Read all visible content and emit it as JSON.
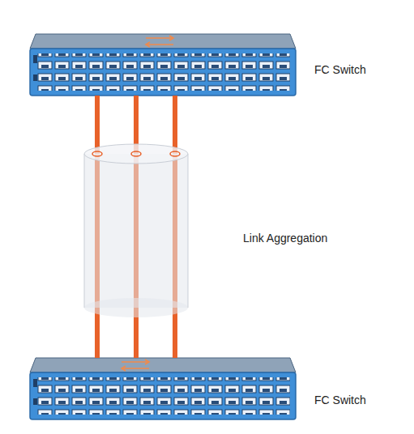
{
  "diagram": {
    "nodes": [
      {
        "text": [
          "FC Switch"
        ]
      },
      {
        "text": [
          "Link Aggregation"
        ]
      },
      {
        "text": [
          "FC Switch"
        ]
      }
    ],
    "edges": [
      {
        "from": 0,
        "to": 2,
        "arrow": "none"
      },
      {
        "from": 0,
        "to": 2,
        "arrow": "none"
      },
      {
        "from": 0,
        "to": 2,
        "arrow": "none"
      }
    ]
  }
}
